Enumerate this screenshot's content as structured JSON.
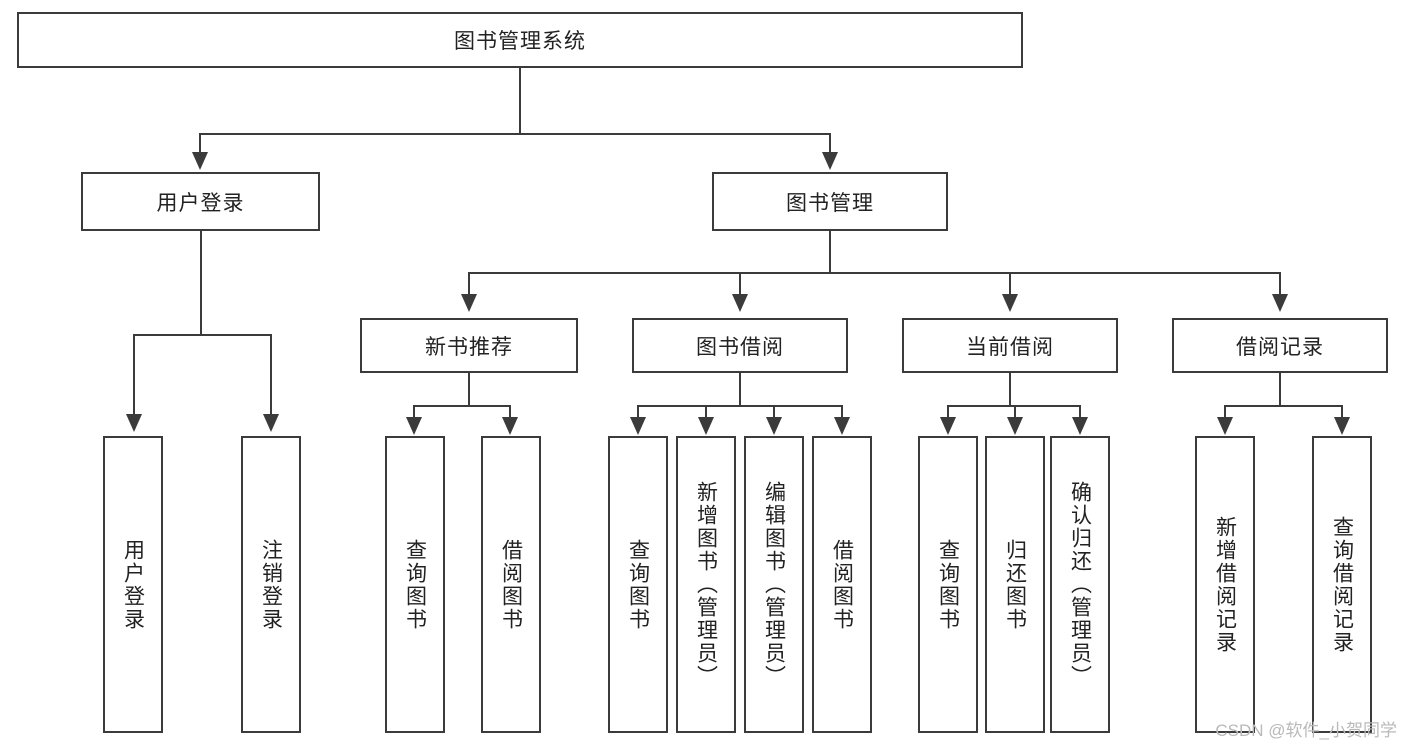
{
  "diagram": {
    "title": "图书管理系统",
    "type": "tree-hierarchy-diagram",
    "colors": {
      "stroke": "#3b3b3b",
      "text": "#222222",
      "background": "#ffffff",
      "watermark": "#b9b9b9"
    },
    "root": {
      "label": "图书管理系统"
    },
    "level2": [
      {
        "label": "用户登录"
      },
      {
        "label": "图书管理"
      }
    ],
    "level3": [
      {
        "label": "新书推荐"
      },
      {
        "label": "图书借阅"
      },
      {
        "label": "当前借阅"
      },
      {
        "label": "借阅记录"
      }
    ],
    "leaves": {
      "user_login": [
        {
          "label": "用户登录"
        },
        {
          "label": "注销登录"
        }
      ],
      "new_book_recommend": [
        {
          "label": "查询图书"
        },
        {
          "label": "借阅图书"
        }
      ],
      "book_borrow": [
        {
          "label": "查询图书"
        },
        {
          "label": "新增图书（管理员）"
        },
        {
          "label": "编辑图书（管理员）"
        },
        {
          "label": "借阅图书"
        }
      ],
      "current_borrow": [
        {
          "label": "查询图书"
        },
        {
          "label": "归还图书"
        },
        {
          "label": "确认归还（管理员）"
        }
      ],
      "borrow_record": [
        {
          "label": "新增借阅记录"
        },
        {
          "label": "查询借阅记录"
        }
      ]
    }
  },
  "watermark": {
    "text": "CSDN @软件_小贺同学"
  }
}
